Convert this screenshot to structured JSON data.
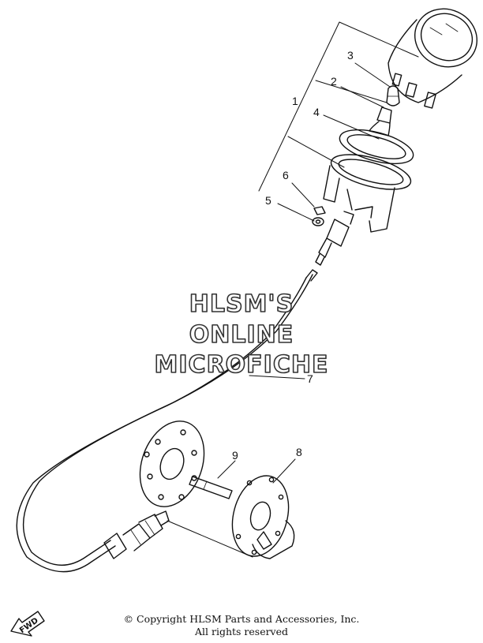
{
  "watermark": {
    "line1": "HLSM'S",
    "line2": "ONLINE",
    "line3": "MICROFICHE"
  },
  "callouts": {
    "c1": "1",
    "c2": "2",
    "c3": "3",
    "c4": "4",
    "c5": "5",
    "c6": "6",
    "c7": "7",
    "c8": "8",
    "c9": "9"
  },
  "fwd_label": "FWD",
  "copyright": {
    "line1": "© Copyright HLSM Parts and Accessories, Inc.",
    "line2": "All rights reserved"
  }
}
